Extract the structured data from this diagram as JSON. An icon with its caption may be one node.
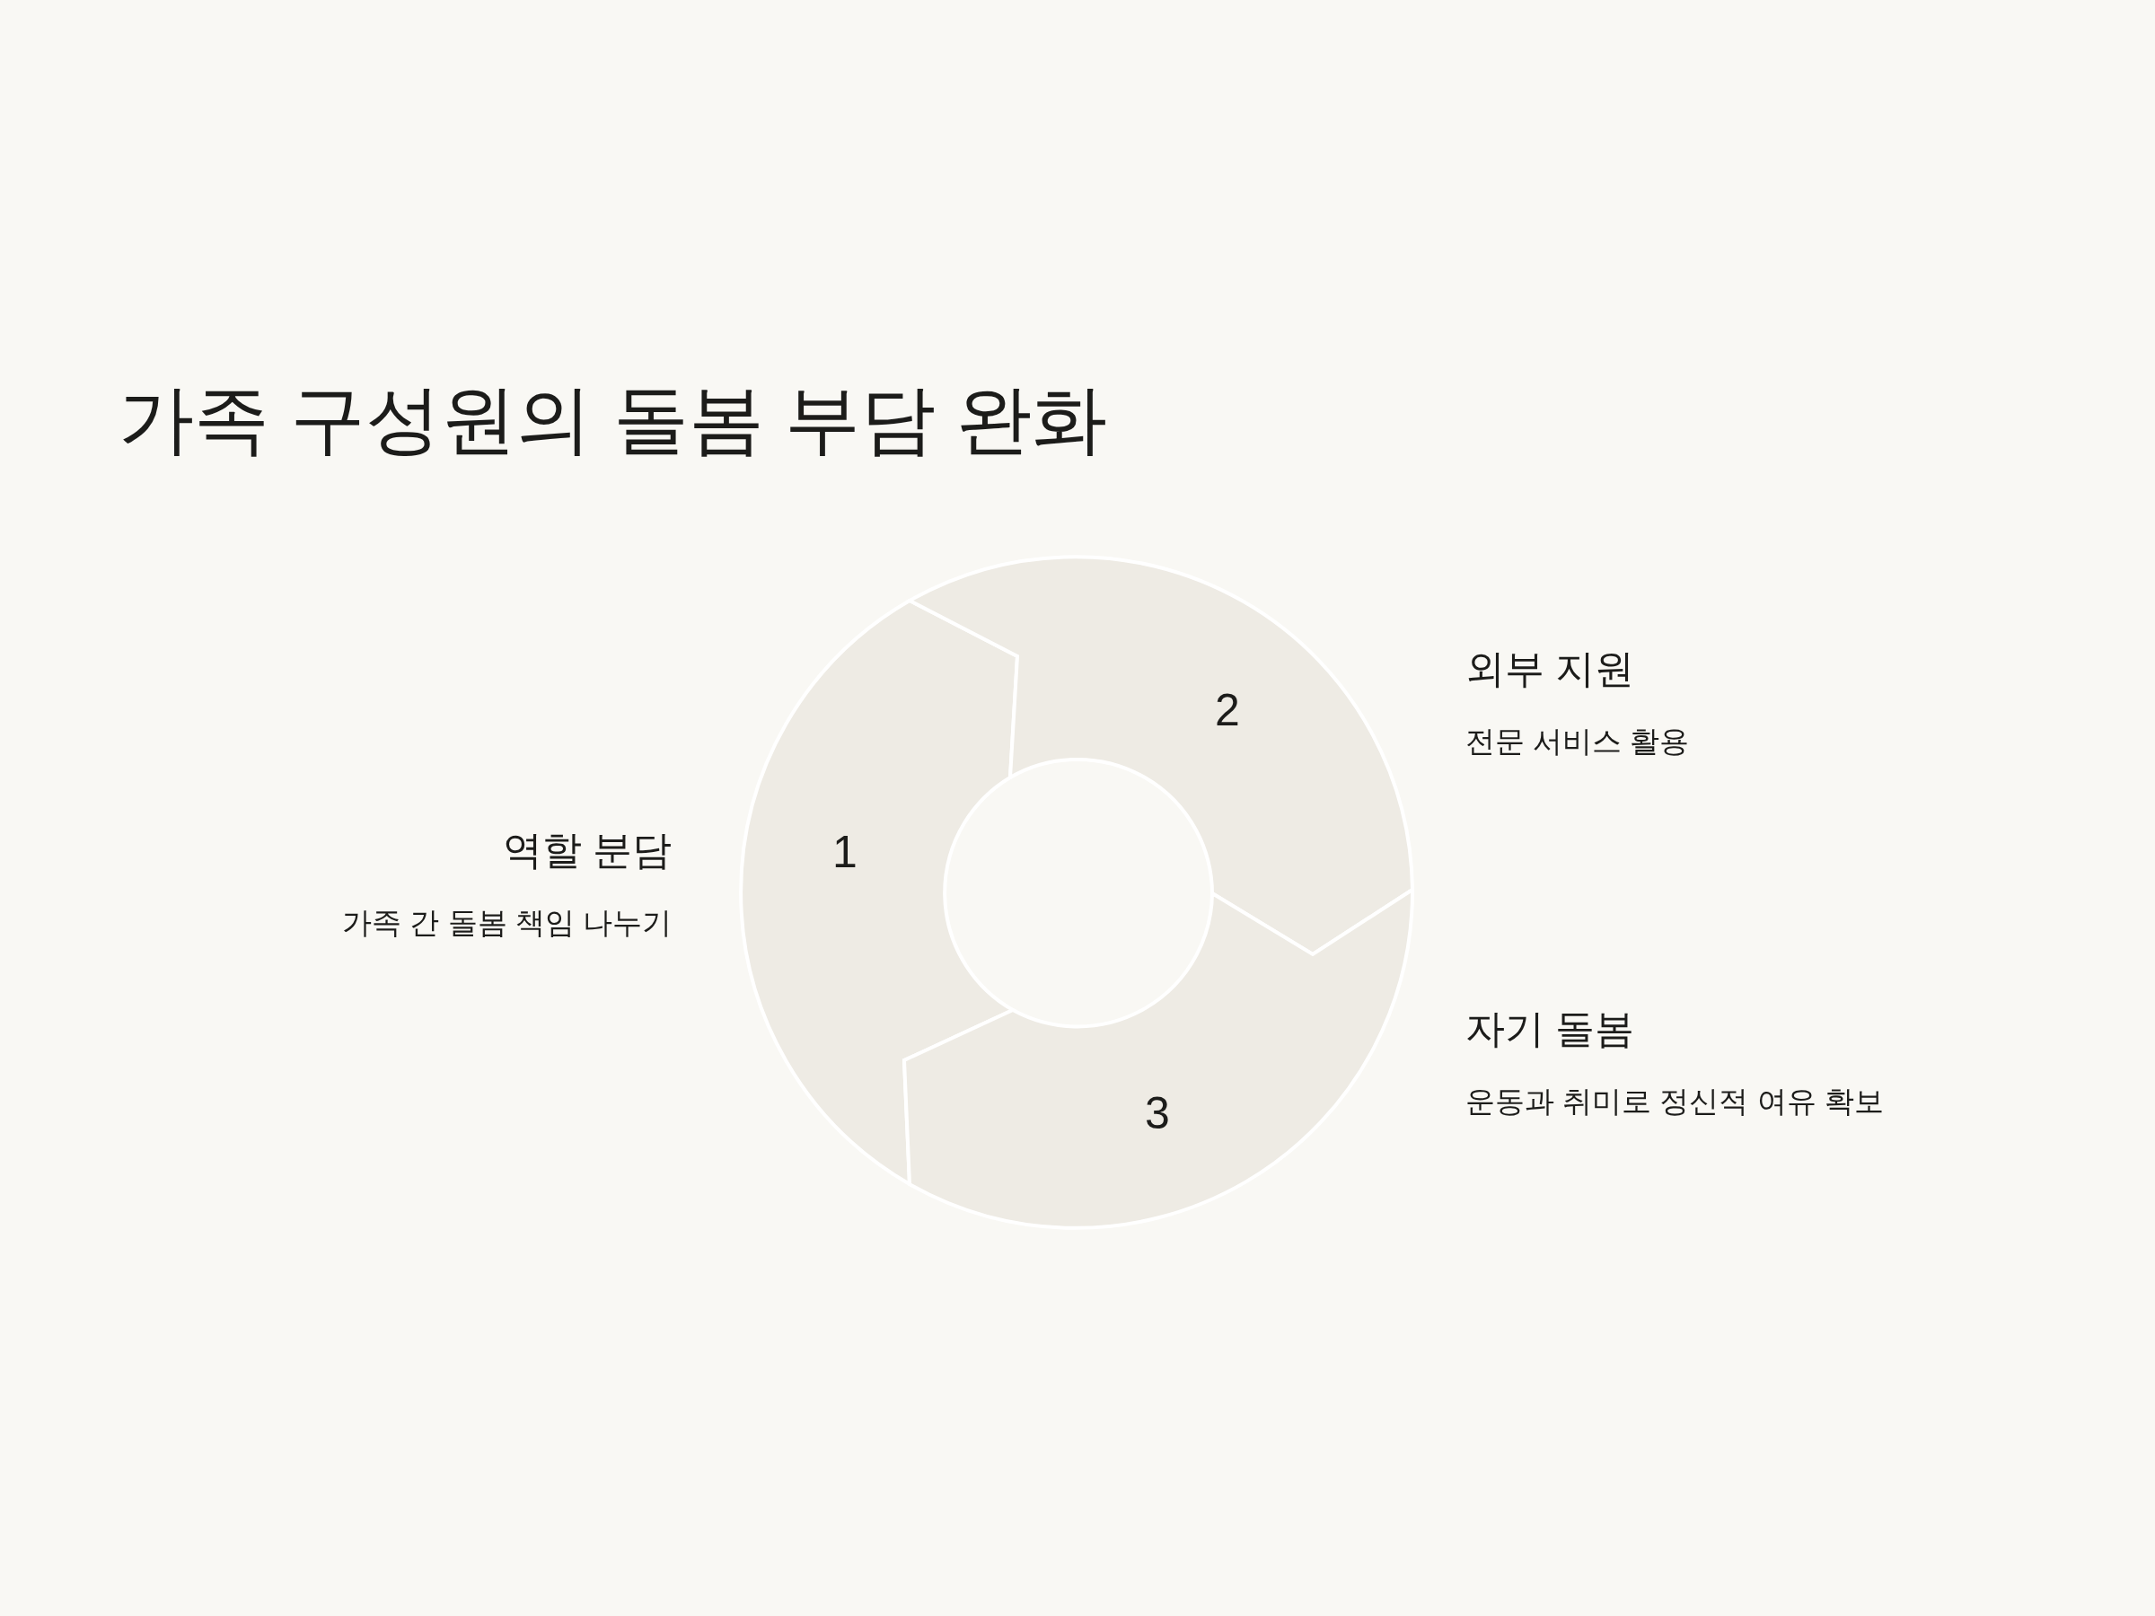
{
  "diagram": {
    "title": "가족 구성원의 돌봄 부담 완화",
    "nodes": [
      {
        "text": [
          "1"
        ],
        "beside": [
          "역할 분담",
          "가족 간 돌봄 책임 나누기"
        ]
      },
      {
        "text": [
          "2"
        ],
        "beside": [
          "외부 지원",
          "전문 서비스 활용"
        ]
      },
      {
        "text": [
          "3"
        ],
        "beside": [
          "자기 돌봄",
          "운동과 취미로 정신적 여유 확보"
        ]
      }
    ]
  }
}
